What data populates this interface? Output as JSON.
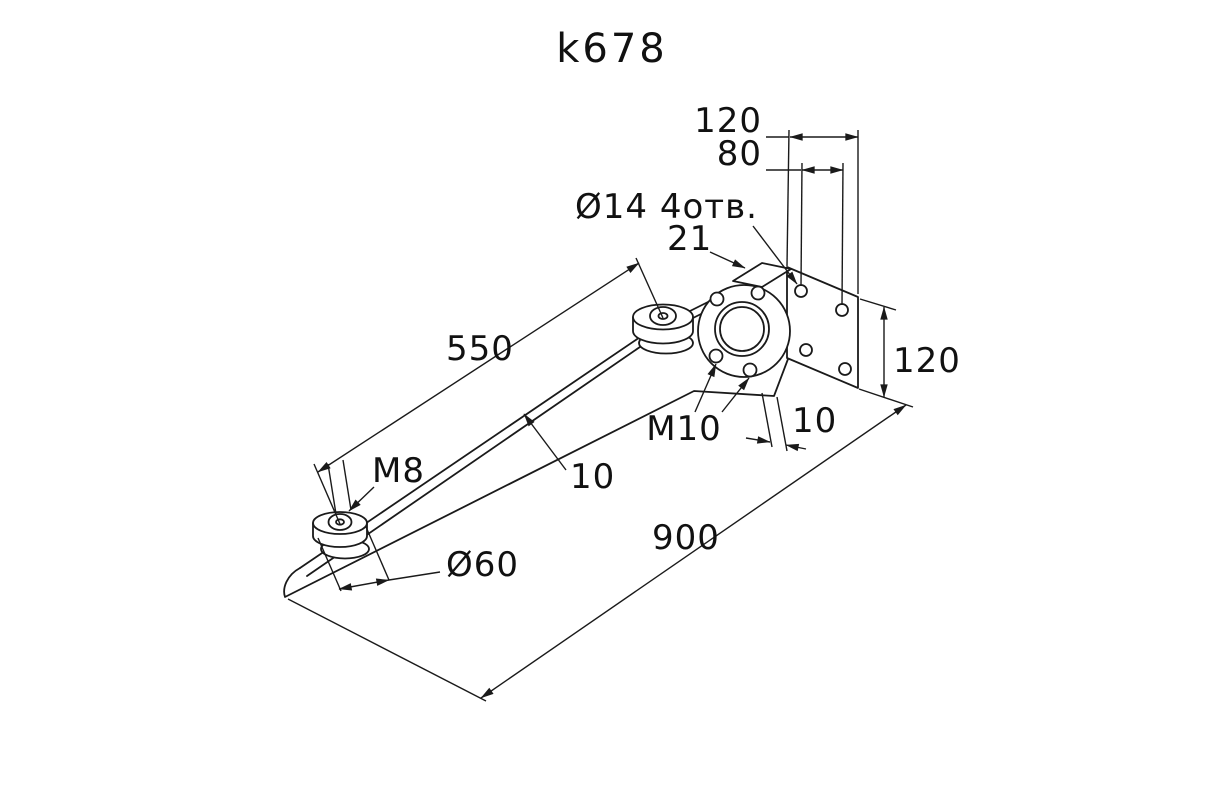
{
  "drawing": {
    "title": "k678",
    "labels": {
      "plate_width": "120",
      "hole_spacing": "80",
      "holes_note": "Ø14 4отв.",
      "tab_width": "21",
      "boss_distance": "550",
      "plate_height": "120",
      "thread_small": "M8",
      "arm_thickness": "10",
      "thread_large": "M10",
      "plate_thickness": "10",
      "boss_diameter": "Ø60",
      "total_length": "900"
    },
    "colors": {
      "ink": "#1a1a1a",
      "background": "#ffffff"
    }
  }
}
